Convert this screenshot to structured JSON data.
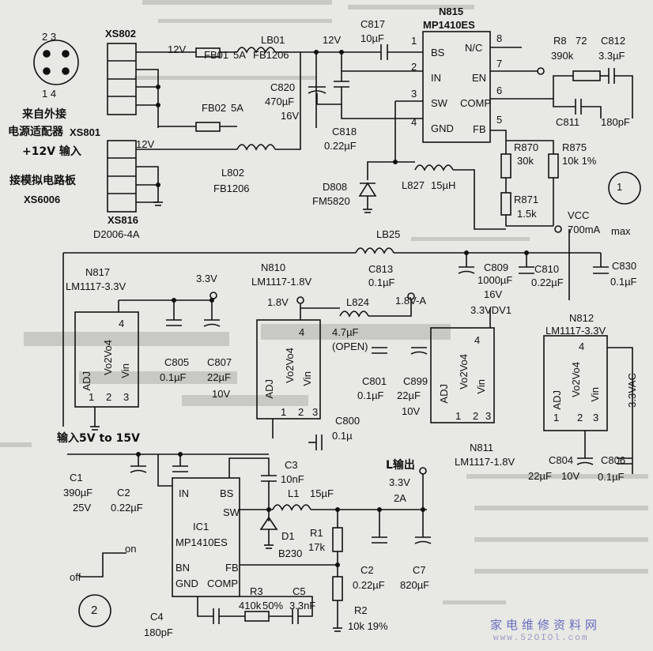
{
  "labels": {
    "xs802_pins_top": "2    3",
    "xs802_pins_bottom": "1    4",
    "xs802": "XS802",
    "from_ext": "来自外接",
    "adapter": "电源适配器",
    "xs801": "XS801",
    "input12": "+12V 输入",
    "analog": "接模拟电路板",
    "xs6006": "XS6006",
    "xs816": "XS816",
    "d2006": "D2006-4A",
    "v12a": "12V",
    "v12b": "12V",
    "v12c": "12V",
    "fb01": "FB01",
    "fb01_i": "5A",
    "lb01": "LB01",
    "fb1206a": "FB1206",
    "fb02": "FB02",
    "fb02_i": "5A",
    "l802": "L802",
    "fb1206b": "FB1206",
    "c820": "C820",
    "c820_v": "470µF",
    "c820_r": "16V",
    "c818": "C818",
    "c818_v": "0.22µF",
    "c817": "C817",
    "c817_v": "10µF",
    "n815": "N815",
    "n815_part": "MP1410ES",
    "pin_bs": "BS",
    "pin_in": "IN",
    "pin_sw": "SW",
    "pin_gnd": "GND",
    "pin_nc": "N/C",
    "pin_en": "EN",
    "pin_comp": "COMP",
    "pin_fb": "FB",
    "r8": "R8",
    "r8_x": "72",
    "r8_v": "390k",
    "c812": "C812",
    "c812_v": "3.3µF",
    "c811": "C811",
    "c811_v": "180pF",
    "r870": "R870",
    "r870_v": "30k",
    "r875": "R875",
    "r875_v": "10k 1%",
    "d808": "D808",
    "fm5820": "FM5820",
    "l827": "L827",
    "l827_v": "15µH",
    "r871": "R871",
    "r871_v": "1.5k",
    "vcc": "VCC",
    "vcc_i": "700mA",
    "vcc_max": "max",
    "circle1": "1",
    "lb25": "LB25",
    "c813": "C813",
    "c813_v": "0.1µF",
    "c809": "C809",
    "c809_v": "1000µF",
    "c809_r": "16V",
    "c810": "C810",
    "c810_v": "0.22µF",
    "c830": "C830",
    "c830_v": "0.1µF",
    "n817": "N817",
    "n817_part": "LM1117-3.3V",
    "n810": "N810",
    "n810_part": "LM1117-1.8V",
    "v33": "3.3V",
    "v18": "1.8V",
    "l824": "L824",
    "l824_v": "4.7µF",
    "l824_open": "(OPEN)",
    "v18a": "1.8V-A",
    "v33vdv1": "3.3VDV1",
    "n812": "N812",
    "n812_part": "LM1117-3.3V",
    "adj": "ADJ",
    "vo2vo4": "Vo2Vo4",
    "vin": "Vin",
    "c805": "C805",
    "c805_v": "0.1µF",
    "c807": "C807",
    "c807_v": "22µF",
    "c807_r": "10V",
    "c801": "C801",
    "c801_v": "0.1µF",
    "c899": "C899",
    "c899_v": "22µF",
    "c899_r": "10V",
    "c800": "C800",
    "c800_v": "0.1µ",
    "v33vac": "3.3VAC",
    "n811": "N811",
    "n811_part": "LM1117-1.8V",
    "c804": "C804",
    "c804_v": "22µF",
    "c804_r": "10V",
    "c806": "C806",
    "c806_v": "0.1µF",
    "input_range": "输入5V  to  15V",
    "c1": "C1",
    "c1_v": "390µF",
    "c1_r": "25V",
    "c2a": "C2",
    "c2a_v": "0.22µF",
    "ic_in": "IN",
    "ic_bs": "BS",
    "ic_sw": "SW",
    "ic1": "IC1",
    "ic1_part": "MP1410ES",
    "ic_bn": "BN",
    "ic_fb": "FB",
    "ic_gnd": "GND",
    "ic_comp": "COMP",
    "c3": "C3",
    "c3_v": "10nF",
    "l1": "L1",
    "l1_v": "15µF",
    "d1": "D1",
    "b230": "B230",
    "r1": "R1",
    "r1_v": "17k",
    "l_out": "L输出",
    "out_v": "3.3V",
    "out_i": "2A",
    "c2b": "C2",
    "c2b_v": "0.22µF",
    "c7": "C7",
    "c7_v": "820µF",
    "r2": "R2",
    "r2_v": "10k 19%",
    "r3": "R3",
    "r3_v": "410k",
    "r3_p": "50%",
    "c5": "C5",
    "c5_v": "3.3nF",
    "c4": "C4",
    "c4_v": "180pF",
    "off": "off",
    "on": "on",
    "circle2": "2",
    "watermark": "家电维修资料网",
    "watermark_url": "www.52OIOl.com",
    "n_1": "1",
    "n_2": "2",
    "n_3": "3",
    "n_4": "4",
    "n_5": "5",
    "n_6": "6",
    "n_7": "7",
    "n_8": "8"
  },
  "colors": {
    "ink": "#111111",
    "paper": "#e8e8e4",
    "watermark": "#6b6bc2"
  }
}
